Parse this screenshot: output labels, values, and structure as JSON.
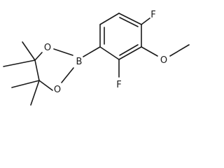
{
  "molecule": {
    "atoms": {
      "fluorine_top": "F",
      "fluorine_ortho": "F",
      "methoxy_oxygen": "O",
      "boron": "B",
      "ring_oxygen_top": "O",
      "ring_oxygen_bottom": "O"
    }
  }
}
